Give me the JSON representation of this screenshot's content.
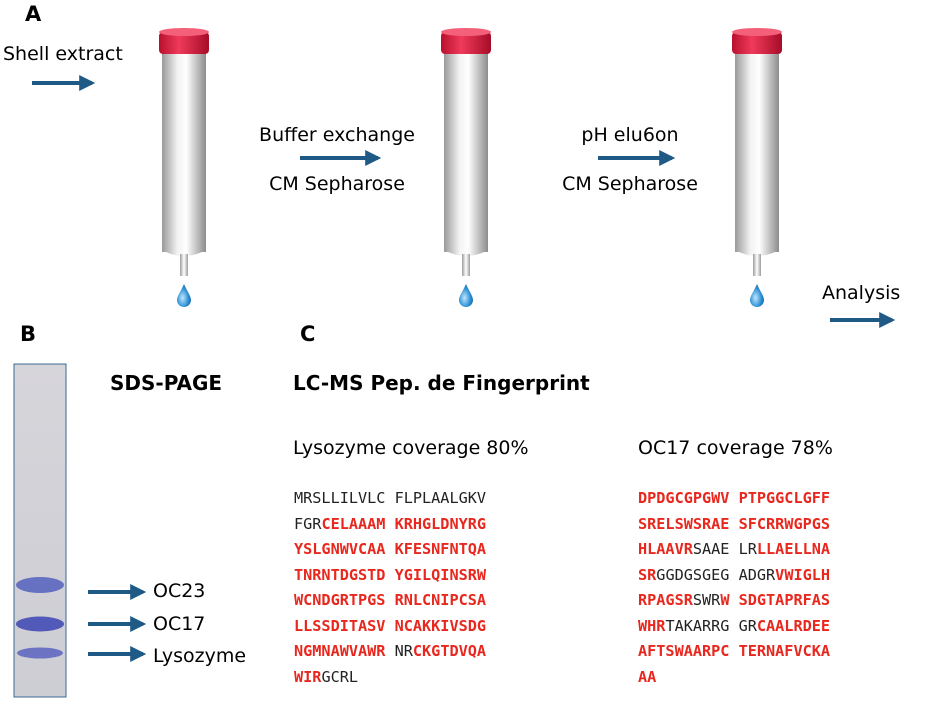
{
  "panel_a": {
    "label": "A",
    "input_label": "Shell extract",
    "step1_line1": "Buffer exchange",
    "step1_line2": "CM Sepharose",
    "step2_line1": "pH elu6on",
    "step2_line2": "CM Sepharose",
    "output_label": "Analysis"
  },
  "panel_b": {
    "label": "B",
    "title": "SDS-PAGE",
    "bands": [
      "OC23",
      "OC17",
      "Lysozyme"
    ]
  },
  "panel_c": {
    "label": "C",
    "title": "LC-MS Pep. de Fingerprint",
    "lysozyme_coverage": "Lysozyme coverage 80%",
    "oc17_coverage": "OC17 coverage 78%",
    "lysozyme_lines": [
      [
        [
          "MRSLLILVLC FLPLAALGKV",
          0
        ]
      ],
      [
        [
          "FGR",
          0
        ],
        [
          "CELAAAM KRHGLDNYRG",
          1
        ]
      ],
      [
        [
          "YSLGNWVCAA KFESNFNTQA",
          1
        ]
      ],
      [
        [
          "TNRNTDGSTD YGILQINSRW",
          1
        ]
      ],
      [
        [
          "WCNDGRTPGS RNLCNIPCSA",
          1
        ]
      ],
      [
        [
          "LLSSDITASV NCAKKIVSDG",
          1
        ]
      ],
      [
        [
          "NGMNAWVAWR ",
          1
        ],
        [
          "NR",
          0
        ],
        [
          "CKGTDVQA",
          1
        ]
      ],
      [
        [
          "WIR",
          1
        ],
        [
          "GCRL",
          0
        ]
      ]
    ],
    "oc17_lines": [
      [
        [
          "DPDGCGPGWV PTPGGCLGFF",
          1
        ]
      ],
      [
        [
          "SRELSWSRAE SFCRRWGPGS",
          1
        ]
      ],
      [
        [
          "HLAAVR",
          1
        ],
        [
          "SAAE LR",
          0
        ],
        [
          "LLAELLNA",
          1
        ]
      ],
      [
        [
          "SR",
          1
        ],
        [
          "GGDGSGEG ADGR",
          0
        ],
        [
          "VWIGLH",
          1
        ]
      ],
      [
        [
          "RPAGSR",
          1
        ],
        [
          "SWR",
          0
        ],
        [
          "W SDGTAPRFAS",
          1
        ]
      ],
      [
        [
          "WHR",
          1
        ],
        [
          "TAKARRG GR",
          0
        ],
        [
          "CAALRDEE",
          1
        ]
      ],
      [
        [
          "AFTSWAARPC TERNAFVCKA",
          1
        ]
      ],
      [
        [
          "AA",
          1
        ]
      ]
    ]
  },
  "colors": {
    "arrow": "#1f5a86",
    "cap": "#e0224b",
    "drop": "#1a7fc1",
    "covered_residue": "#e8281e",
    "gel_background": "#cfcfd4",
    "gel_band": "#5158b8"
  }
}
